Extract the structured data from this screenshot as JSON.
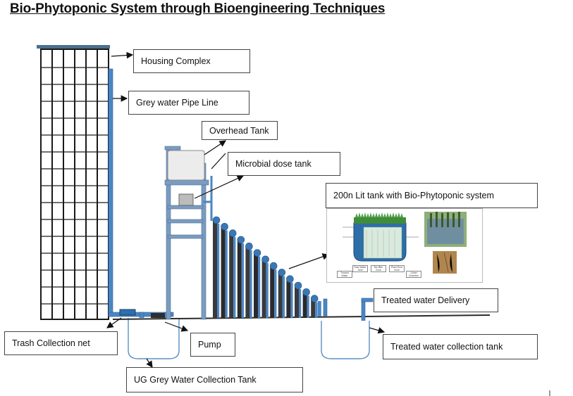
{
  "title": "Bio-Phytoponic System through Bioengineering Techniques",
  "labels": {
    "housing_complex": "Housing Complex",
    "grey_water_pipe_line": "Grey water Pipe Line",
    "overhead_tank": "Overhead Tank",
    "microbial_dose_tank": "Microbial dose tank",
    "biophytoponic_tank": "200n Lit tank with  Bio-Phytoponic system",
    "treated_water_delivery": "Treated water Delivery",
    "treated_water_collection_tank": "Treated water collection tank",
    "trash_collection_net": "Trash Collection net",
    "pump": "Pump",
    "ug_grey_water_tank": "UG Grey Water Collection Tank"
  },
  "inset_labels": [
    "Raw Water Tank",
    "Bio-filter Zone",
    "Plant Root Zone",
    "Treated Water",
    "Outlet Chamber"
  ],
  "colors": {
    "building_line": "#1a1a1a",
    "pipe": "#4a86c5",
    "tank_outline": "#5b8fc4",
    "stand": "#7a9cc1",
    "dark_column": "#2b2b2b",
    "ball": "#3a77b5"
  }
}
